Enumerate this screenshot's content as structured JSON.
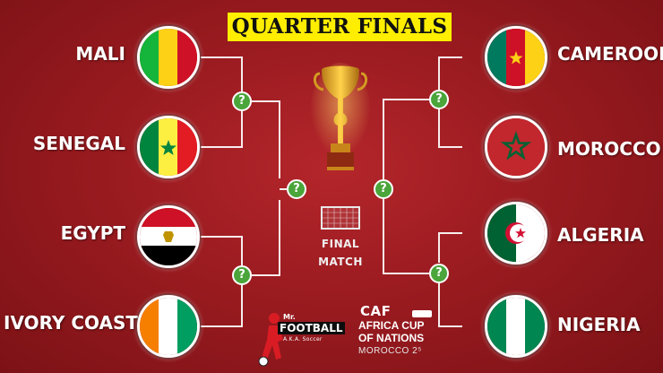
{
  "title": "QUARTER FINALS",
  "teams_left": [
    {
      "name": "MALI",
      "flag": "mali-flag"
    },
    {
      "name": "SENEGAL",
      "flag": "senegal-flag"
    },
    {
      "name": "EGYPT",
      "flag": "egypt-flag"
    },
    {
      "name": "IVORY COAST",
      "flag": "ivory-coast-flag"
    }
  ],
  "teams_right": [
    {
      "name": "CAMEROON",
      "flag": "cameroon-flag"
    },
    {
      "name": "MOROCCO",
      "flag": "morocco-flag"
    },
    {
      "name": "ALGERIA",
      "flag": "algeria-flag"
    },
    {
      "name": "NIGERIA",
      "flag": "nigeria-flag"
    }
  ],
  "winner_placeholder": "?",
  "final": {
    "line1": "FINAL",
    "line2": "MATCH"
  },
  "logos": {
    "mr_football": {
      "small": "Mr.",
      "big": "FOOTBALL",
      "tag": "A.K.A. Soccer"
    },
    "caf": {
      "mark": "CAF",
      "line1": "AFRICA CUP",
      "line2": "OF NATIONS",
      "line3": "MOROCCO 2⁵"
    }
  },
  "colors": {
    "background": "#9a1b20",
    "title_bg": "#ffee00",
    "placeholder_green": "#4aa53a",
    "lines": "#ffffff"
  }
}
